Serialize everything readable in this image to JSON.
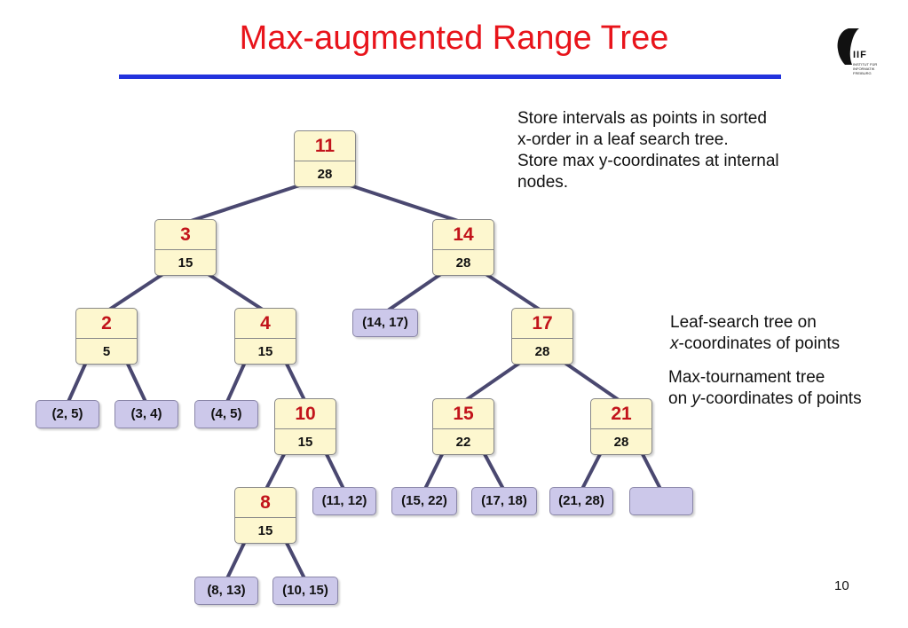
{
  "title": "Max-augmented Range Tree",
  "logo": {
    "text": "IIF",
    "subtitle_lines": [
      "INSTITUT FÜR",
      "INFORMATIK",
      "FREIBURG"
    ],
    "icon": "iif-logo-icon"
  },
  "description_lines": [
    "Store intervals as points in sorted",
    "x-order in a leaf search tree.",
    "Store max y-coordinates at internal",
    "nodes."
  ],
  "legend": {
    "leaf_search": {
      "line1": "Leaf-search tree on",
      "var": "x",
      "line2_rest": "-coordinates of points"
    },
    "max_tournament": {
      "line1": "Max-tournament tree",
      "prefix": "on ",
      "var": "y",
      "line2_rest": "-coordinates of points"
    }
  },
  "page_number": "10",
  "colors": {
    "title": "#e8141b",
    "rule": "#2233dd",
    "node_fill": "#fdf7cf",
    "node_key": "#c2141b",
    "leaf_fill": "#ccc8ea",
    "edge": "#4a4870"
  },
  "tree": {
    "internal_nodes": [
      {
        "id": "n11",
        "key": "11",
        "max": "28"
      },
      {
        "id": "n3",
        "key": "3",
        "max": "15"
      },
      {
        "id": "n14",
        "key": "14",
        "max": "28"
      },
      {
        "id": "n2",
        "key": "2",
        "max": "5"
      },
      {
        "id": "n4",
        "key": "4",
        "max": "15"
      },
      {
        "id": "n17",
        "key": "17",
        "max": "28"
      },
      {
        "id": "n10",
        "key": "10",
        "max": "15"
      },
      {
        "id": "n15",
        "key": "15",
        "max": "22"
      },
      {
        "id": "n21",
        "key": "21",
        "max": "28"
      },
      {
        "id": "n8",
        "key": "8",
        "max": "15"
      }
    ],
    "leaves": [
      {
        "id": "l2_5",
        "label": "(2, 5)"
      },
      {
        "id": "l3_4",
        "label": "(3, 4)"
      },
      {
        "id": "l4_5",
        "label": "(4, 5)"
      },
      {
        "id": "l14_17",
        "label": "(14, 17)"
      },
      {
        "id": "l11_12",
        "label": "(11, 12)"
      },
      {
        "id": "l15_22",
        "label": "(15, 22)"
      },
      {
        "id": "l17_18",
        "label": "(17, 18)"
      },
      {
        "id": "l21_28",
        "label": "(21, 28)"
      },
      {
        "id": "l_empty",
        "label": ""
      },
      {
        "id": "l8_13",
        "label": "(8, 13)"
      },
      {
        "id": "l10_15",
        "label": "(10, 15)"
      }
    ],
    "edges": [
      [
        "n11",
        "n3"
      ],
      [
        "n11",
        "n14"
      ],
      [
        "n3",
        "n2"
      ],
      [
        "n3",
        "n4"
      ],
      [
        "n14",
        "l14_17"
      ],
      [
        "n14",
        "n17"
      ],
      [
        "n2",
        "l2_5"
      ],
      [
        "n2",
        "l3_4"
      ],
      [
        "n4",
        "l4_5"
      ],
      [
        "n4",
        "n10"
      ],
      [
        "n17",
        "n15"
      ],
      [
        "n17",
        "n21"
      ],
      [
        "n10",
        "n8"
      ],
      [
        "n10",
        "l11_12"
      ],
      [
        "n15",
        "l15_22"
      ],
      [
        "n15",
        "l17_18"
      ],
      [
        "n21",
        "l21_28"
      ],
      [
        "n21",
        "l_empty"
      ],
      [
        "n8",
        "l8_13"
      ],
      [
        "n8",
        "l10_15"
      ]
    ]
  }
}
